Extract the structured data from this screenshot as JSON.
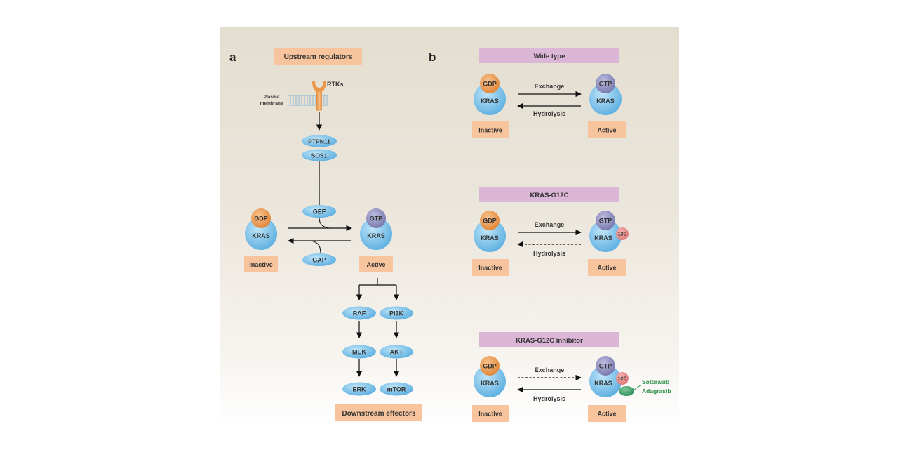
{
  "panel_a": {
    "label": "a",
    "upstream_title": "Upstream regulators",
    "rtks": "RTKs",
    "plasma_1": "Plasma",
    "plasma_2": "membrane",
    "ptpn11": "PTPN11",
    "sos1": "SOS1",
    "gef": "GEF",
    "gap": "GAP",
    "gdp": "GDP",
    "kras_inactive": "KRAS",
    "gtp": "GTP",
    "kras_active": "KRAS",
    "inactive": "Inactive",
    "active": "Active",
    "raf": "RAF",
    "pi3k": "PI3K",
    "mek": "MEK",
    "akt": "AKT",
    "erk": "ERK",
    "mtor": "mTOR",
    "downstream_title": "Downstream effectors"
  },
  "panel_b": {
    "label": "b",
    "rows": [
      {
        "title": "Wide type",
        "gdp": "GDP",
        "kras_left": "KRAS",
        "gtp": "GTP",
        "kras_right": "KRAS",
        "exchange": "Exchange",
        "hydrolysis": "Hydrolysis",
        "inactive": "Inactive",
        "active": "Active"
      },
      {
        "title": "KRAS-G12C",
        "gdp": "GDP",
        "kras_left": "KRAS",
        "gtp": "GTP",
        "kras_right": "KRAS",
        "mutation": "12C",
        "exchange": "Exchange",
        "hydrolysis": "Hydrolysis",
        "inactive": "Inactive",
        "active": "Active"
      },
      {
        "title": "KRAS-G12C inhibitor",
        "gdp": "GDP",
        "kras_left": "KRAS",
        "gtp": "GTP",
        "kras_right": "KRAS",
        "mutation": "12C",
        "exchange": "Exchange",
        "hydrolysis": "Hydrolysis",
        "inactive": "Inactive",
        "active": "Active",
        "drug1": "Sotorasib",
        "drug2": "Adagrasib"
      }
    ]
  },
  "colors": {
    "orange_box": "#f7c49d",
    "pink_box": "#dcb6d6",
    "blue_oval": "#7ec1e8",
    "gdp_orange": "#ee9648",
    "gtp_purple": "#8f8fc0",
    "mutation_red": "#e88a8a",
    "drug_green": "#2f8f4a"
  }
}
